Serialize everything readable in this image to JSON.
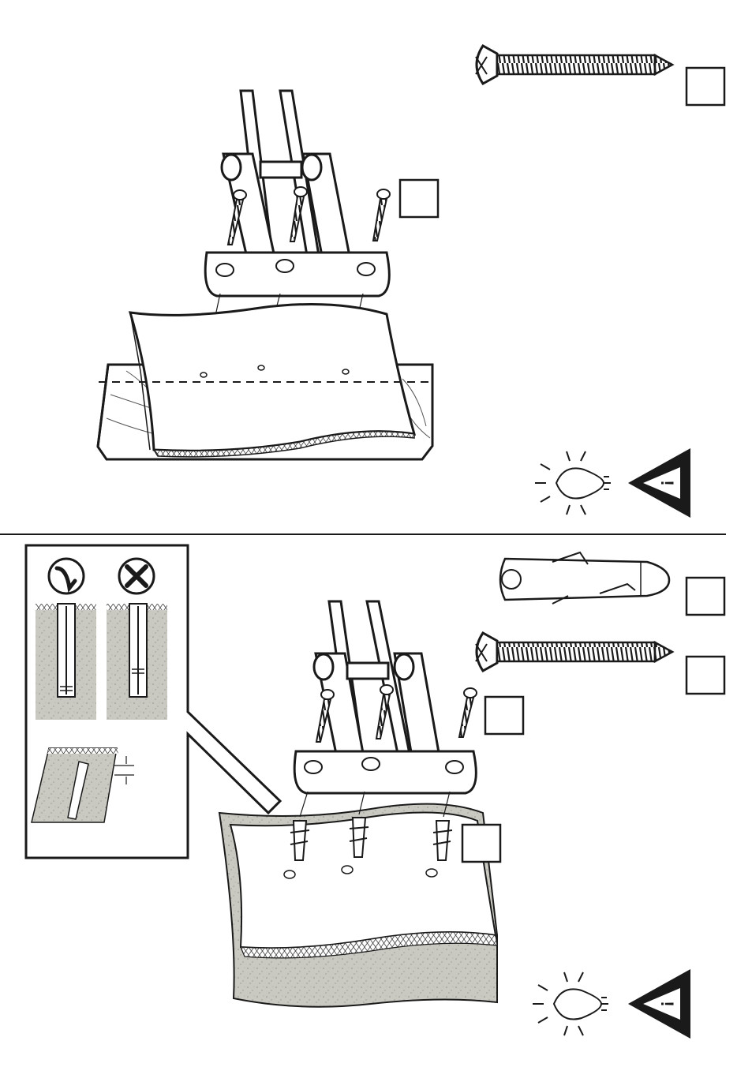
{
  "page": {
    "sections": [
      {
        "name": "wood-mounting",
        "surface": "wood",
        "parts_boxes": 2,
        "screws_shown": 3
      },
      {
        "name": "concrete-mounting",
        "surface": "concrete",
        "parts_boxes": 4,
        "screws_shown": 3,
        "anchors_shown": 3
      }
    ],
    "inset": {
      "correct_icon": "check-circle-icon",
      "wrong_icon": "cross-circle-icon"
    },
    "warning": {
      "symbol": "!",
      "icons": [
        "lightbulb-icon",
        "warning-triangle-icon"
      ]
    },
    "colors": {
      "line": "#1a1a1a",
      "concrete": "#c8c8c0",
      "concrete_dark": "#a9a9a0",
      "wood_grain": "#555555"
    }
  }
}
